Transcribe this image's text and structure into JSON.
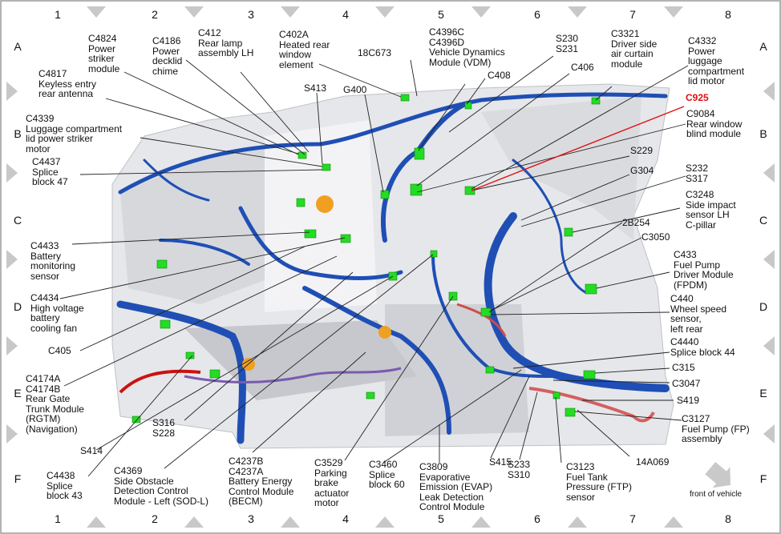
{
  "grid": {
    "columns": [
      "1",
      "2",
      "3",
      "4",
      "5",
      "6",
      "7",
      "8"
    ],
    "rows": [
      "A",
      "B",
      "C",
      "D",
      "E",
      "F"
    ]
  },
  "highlight_color": "#e01010",
  "wire_color": "#1f4fb5",
  "connector_color": "#22dd22",
  "labels": {
    "c4824": "C4824\nPower\nstriker\nmodule",
    "c4186": "C4186\nPower\ndecklid\nchime",
    "c412": "C412\nRear lamp\nassembly LH",
    "c402a": "C402A\nHeated rear\nwindow\nelement",
    "c18c673": "18C673",
    "c4396": "C4396C\nC4396D\nVehicle Dynamics\nModule (VDM)",
    "s230": "S230\nS231",
    "c408": "C408",
    "c406": "C406",
    "c3321": "C3321\nDriver side\nair curtain\nmodule",
    "c4332": "C4332\nPower\nluggage\ncompartment\nlid motor",
    "c925": "C925",
    "c9084": "C9084\nRear window\nblind module",
    "c4817": "C4817\nKeyless entry\nrear antenna",
    "s413": "S413",
    "g400": "G400",
    "c4339": "C4339\nLuggage compartment\nlid power striker\nmotor",
    "s229": "S229",
    "g304": "G304",
    "s232": "S232\nS317",
    "c4437": "C4437\nSplice\nblock 47",
    "c3248": "C3248\nSide impact\nsensor LH\nC-pillar",
    "c2b254": "2B254",
    "c3050": "C3050",
    "c4433": "C4433\nBattery\nmonitoring\nsensor",
    "c433": "C433\nFuel Pump\nDriver Module\n(FPDM)",
    "c4434": "C4434\nHigh voltage\nbattery\ncooling fan",
    "c440": "C440\nWheel speed\nsensor,\nleft rear",
    "c405": "C405",
    "c4440": "C4440\nSplice block 44",
    "c4174": "C4174A\nC4174B\nRear Gate\nTrunk Module\n(RGTM)\n(Navigation)",
    "c315": "C315",
    "c3047": "C3047",
    "s419": "S419",
    "c3127": "C3127\nFuel Pump (FP)\nassembly",
    "s316": "S316\nS228",
    "s414": "S414",
    "c14a069": "14A069",
    "c4438": "C4438\nSplice\nblock 43",
    "c4369": "C4369\nSide Obstacle\nDetection Control\nModule - Left (SOD-L)",
    "c4237": "C4237B\nC4237A\nBattery Energy\nControl Module\n(BECM)",
    "c3529": "C3529\nParking\nbrake\nactuator\nmotor",
    "c3460": "C3460\nSplice\nblock 60",
    "c3809": "C3809\nEvaporative\nEmission (EVAP)\nLeak Detection\nControl Module",
    "s415": "S415",
    "s233": "S233\nS310",
    "c3123": "C3123\nFuel Tank\nPressure (FTP)\nsensor",
    "front": "front of vehicle"
  }
}
